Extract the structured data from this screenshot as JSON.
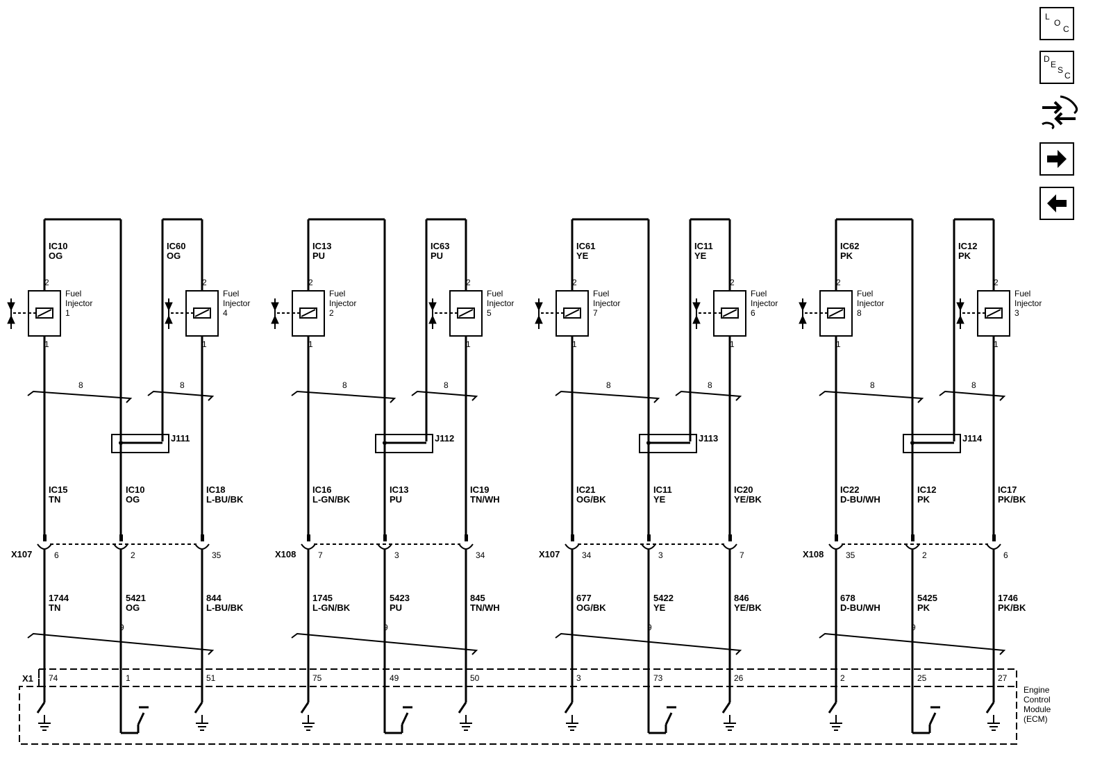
{
  "nav": {
    "loc": {
      "l1": "L",
      "l2": "O",
      "l3": "C"
    },
    "desc": {
      "l1": "D",
      "l2": "E",
      "l3": "S",
      "l4": "C"
    },
    "icons": [
      "location-icon",
      "description-icon",
      "connector-view-icon",
      "next-arrow-icon",
      "previous-arrow-icon"
    ]
  },
  "groups": [
    {
      "left_top": {
        "circuit": "IC10",
        "color": "OG"
      },
      "right_top": {
        "circuit": "IC60",
        "color": "OG"
      },
      "inj_a": {
        "l1": "Fuel",
        "l2": "Injector",
        "num": "1"
      },
      "inj_b": {
        "l1": "Fuel",
        "l2": "Injector",
        "num": "4"
      },
      "pin_top": "2",
      "pin_bot": "1",
      "ref": "8",
      "ref2": "9",
      "splice": "J111",
      "mid": [
        {
          "circuit": "IC15",
          "color": "TN"
        },
        {
          "circuit": "IC10",
          "color": "OG"
        },
        {
          "circuit": "IC18",
          "color": "L-BU/BK"
        }
      ],
      "connector": "X107",
      "conn_pins": [
        "6",
        "2",
        "35"
      ],
      "low": [
        {
          "circuit": "1744",
          "color": "TN"
        },
        {
          "circuit": "5421",
          "color": "OG"
        },
        {
          "circuit": "844",
          "color": "L-BU/BK"
        }
      ],
      "ecm_pins": [
        "74",
        "1",
        "51"
      ]
    },
    {
      "left_top": {
        "circuit": "IC13",
        "color": "PU"
      },
      "right_top": {
        "circuit": "IC63",
        "color": "PU"
      },
      "inj_a": {
        "l1": "Fuel",
        "l2": "Injector",
        "num": "2"
      },
      "inj_b": {
        "l1": "Fuel",
        "l2": "Injector",
        "num": "5"
      },
      "pin_top": "2",
      "pin_bot": "1",
      "ref": "8",
      "ref2": "9",
      "splice": "J112",
      "mid": [
        {
          "circuit": "IC16",
          "color": "L-GN/BK"
        },
        {
          "circuit": "IC13",
          "color": "PU"
        },
        {
          "circuit": "IC19",
          "color": "TN/WH"
        }
      ],
      "connector": "X108",
      "conn_pins": [
        "7",
        "3",
        "34"
      ],
      "low": [
        {
          "circuit": "1745",
          "color": "L-GN/BK"
        },
        {
          "circuit": "5423",
          "color": "PU"
        },
        {
          "circuit": "845",
          "color": "TN/WH"
        }
      ],
      "ecm_pins": [
        "75",
        "49",
        "50"
      ]
    },
    {
      "left_top": {
        "circuit": "IC61",
        "color": "YE"
      },
      "right_top": {
        "circuit": "IC11",
        "color": "YE"
      },
      "inj_a": {
        "l1": "Fuel",
        "l2": "Injector",
        "num": "7"
      },
      "inj_b": {
        "l1": "Fuel",
        "l2": "Injector",
        "num": "6"
      },
      "pin_top": "2",
      "pin_bot": "1",
      "ref": "8",
      "ref2": "9",
      "splice": "J113",
      "mid": [
        {
          "circuit": "IC21",
          "color": "OG/BK"
        },
        {
          "circuit": "IC11",
          "color": "YE"
        },
        {
          "circuit": "IC20",
          "color": "YE/BK"
        }
      ],
      "connector": "X107",
      "conn_pins": [
        "34",
        "3",
        "7"
      ],
      "low": [
        {
          "circuit": "677",
          "color": "OG/BK"
        },
        {
          "circuit": "5422",
          "color": "YE"
        },
        {
          "circuit": "846",
          "color": "YE/BK"
        }
      ],
      "ecm_pins": [
        "3",
        "73",
        "26"
      ]
    },
    {
      "left_top": {
        "circuit": "IC62",
        "color": "PK"
      },
      "right_top": {
        "circuit": "IC12",
        "color": "PK"
      },
      "inj_a": {
        "l1": "Fuel",
        "l2": "Injector",
        "num": "8"
      },
      "inj_b": {
        "l1": "Fuel",
        "l2": "Injector",
        "num": "3"
      },
      "pin_top": "2",
      "pin_bot": "1",
      "ref": "8",
      "ref2": "9",
      "splice": "J114",
      "mid": [
        {
          "circuit": "IC22",
          "color": "D-BU/WH"
        },
        {
          "circuit": "IC12",
          "color": "PK"
        },
        {
          "circuit": "IC17",
          "color": "PK/BK"
        }
      ],
      "connector": "X108",
      "conn_pins": [
        "35",
        "2",
        "6"
      ],
      "low": [
        {
          "circuit": "678",
          "color": "D-BU/WH"
        },
        {
          "circuit": "5425",
          "color": "PK"
        },
        {
          "circuit": "1746",
          "color": "PK/BK"
        }
      ],
      "ecm_pins": [
        "2",
        "25",
        "27"
      ]
    }
  ],
  "ecm": {
    "connector": "X1",
    "l1": "Engine",
    "l2": "Control",
    "l3": "Module",
    "l4": "(ECM)"
  }
}
